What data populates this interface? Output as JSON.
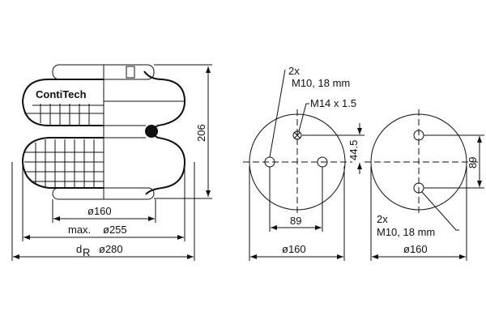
{
  "logo": "ContiTech",
  "side_view": {
    "height_dim": "206",
    "plate_dim": "ø160",
    "max_dim_prefix": "max.",
    "max_dim": "ø255",
    "dr_label": "d",
    "dr_sub": "R",
    "dr_dim": "ø280"
  },
  "top_plate_view": {
    "bolt_qty": "2x",
    "bolt_spec": "M10, 18 mm",
    "air_port": "M14 x 1.5",
    "offset_dim": "44.5",
    "spacing_dim": "89",
    "diameter_dim": "ø160"
  },
  "bottom_plate_view": {
    "bolt_qty": "2x",
    "bolt_spec": "M10, 18 mm",
    "spacing_dim": "89",
    "diameter_dim": "ø160"
  }
}
